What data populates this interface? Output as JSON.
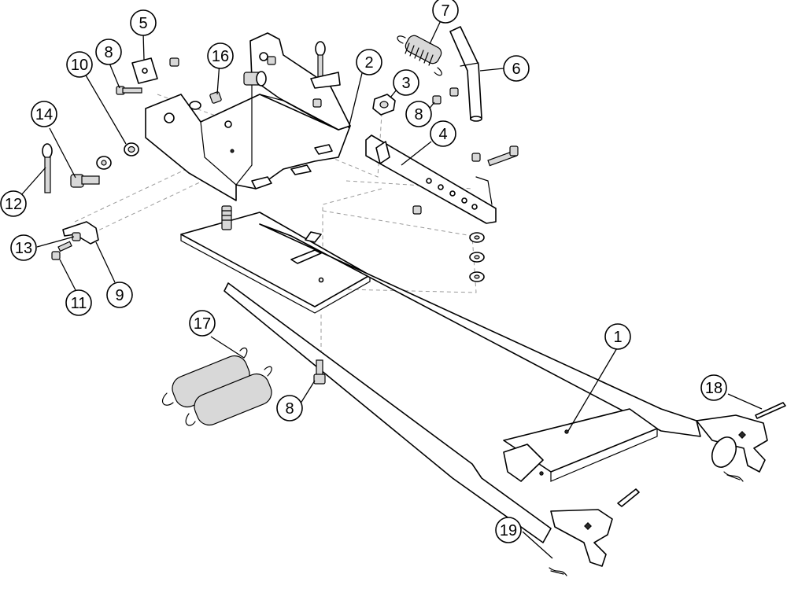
{
  "callouts": [
    {
      "label": "1"
    },
    {
      "label": "2"
    },
    {
      "label": "3"
    },
    {
      "label": "4"
    },
    {
      "label": "5"
    },
    {
      "label": "6"
    },
    {
      "label": "7"
    },
    {
      "label": "8"
    },
    {
      "label": "8"
    },
    {
      "label": "8"
    },
    {
      "label": "9"
    },
    {
      "label": "10"
    },
    {
      "label": "11"
    },
    {
      "label": "12"
    },
    {
      "label": "13"
    },
    {
      "label": "14"
    },
    {
      "label": "16"
    },
    {
      "label": "17"
    },
    {
      "label": "18"
    },
    {
      "label": "19"
    }
  ]
}
